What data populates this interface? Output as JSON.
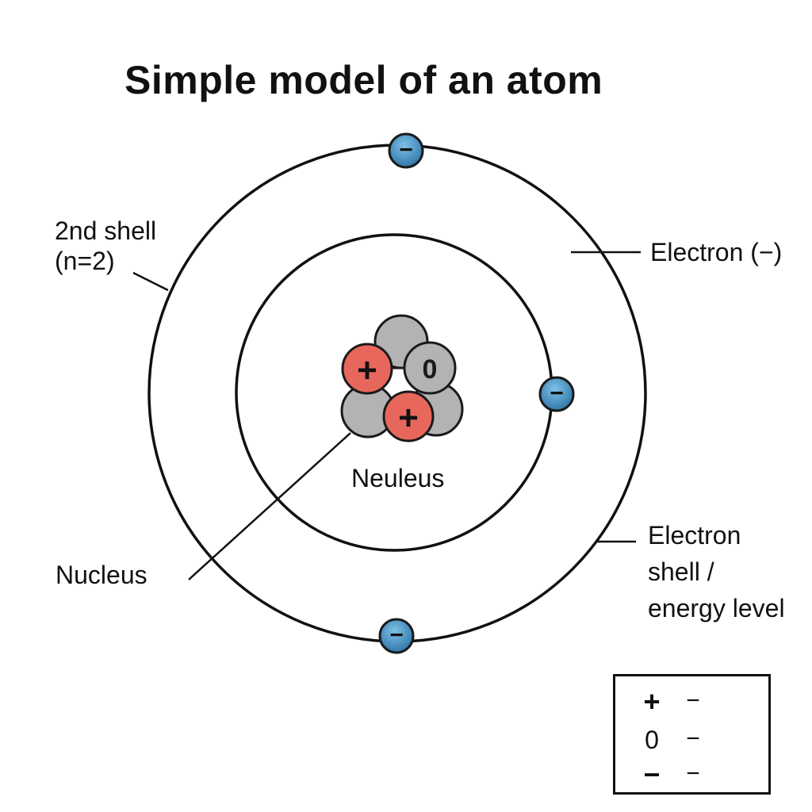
{
  "title": "Simple model of an atom",
  "labels": {
    "shell_line1": "2nd shell",
    "shell_line2": "(n=2)",
    "electron": "Electron (−)",
    "neuleus": "Neuleus",
    "nucleus": "Nucleus",
    "level_line1": "Electron",
    "level_line2": "shell /",
    "level_line3": "energy level"
  },
  "particles": {
    "proton_symbol": "+",
    "neutron_symbol": "0",
    "electron_symbol": "−"
  },
  "legend": {
    "rows": [
      {
        "symbol": "+",
        "desc": "−"
      },
      {
        "symbol": "0",
        "desc": "−"
      },
      {
        "symbol": "−",
        "desc": "−"
      }
    ]
  },
  "colors": {
    "proton": "#e8675c",
    "neutron": "#b3b3b3",
    "electron": "#3f8cc0",
    "line": "#111111"
  }
}
